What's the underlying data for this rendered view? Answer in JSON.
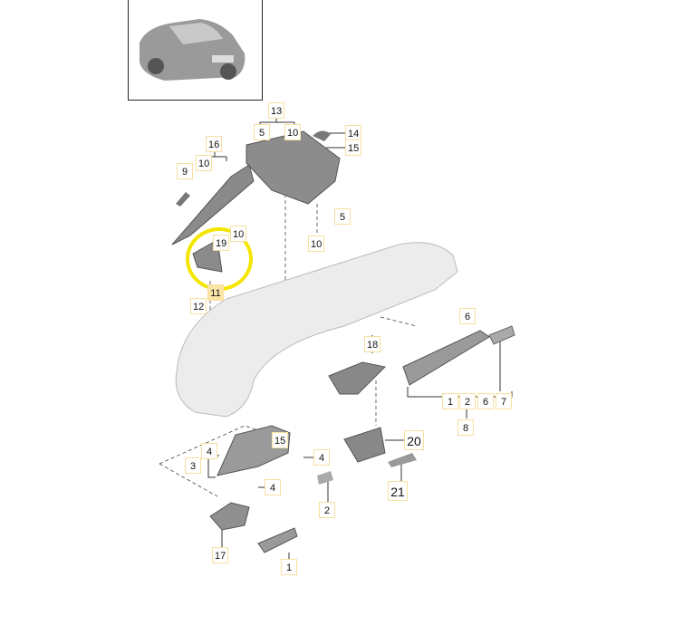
{
  "diagram": {
    "callouts": [
      {
        "id": "13",
        "text": "13"
      },
      {
        "id": "5a",
        "text": "5"
      },
      {
        "id": "10a",
        "text": "10"
      },
      {
        "id": "14",
        "text": "14"
      },
      {
        "id": "15a",
        "text": "15"
      },
      {
        "id": "16",
        "text": "16"
      },
      {
        "id": "10b",
        "text": "10"
      },
      {
        "id": "9",
        "text": "9"
      },
      {
        "id": "19",
        "text": "19"
      },
      {
        "id": "10c",
        "text": "10"
      },
      {
        "id": "5b",
        "text": "5"
      },
      {
        "id": "10d",
        "text": "10"
      },
      {
        "id": "11",
        "text": "11"
      },
      {
        "id": "12",
        "text": "12"
      },
      {
        "id": "6a",
        "text": "6"
      },
      {
        "id": "18",
        "text": "18"
      },
      {
        "id": "1a",
        "text": "1"
      },
      {
        "id": "2a",
        "text": "2"
      },
      {
        "id": "6b",
        "text": "6"
      },
      {
        "id": "7",
        "text": "7"
      },
      {
        "id": "8",
        "text": "8"
      },
      {
        "id": "20",
        "text": "20"
      },
      {
        "id": "21",
        "text": "21"
      },
      {
        "id": "15b",
        "text": "15"
      },
      {
        "id": "4a",
        "text": "4"
      },
      {
        "id": "3",
        "text": "3"
      },
      {
        "id": "4b",
        "text": "4"
      },
      {
        "id": "4c",
        "text": "4"
      },
      {
        "id": "2b",
        "text": "2"
      },
      {
        "id": "17",
        "text": "17"
      },
      {
        "id": "1b",
        "text": "1"
      }
    ],
    "highlight_color": "#f4e600"
  }
}
